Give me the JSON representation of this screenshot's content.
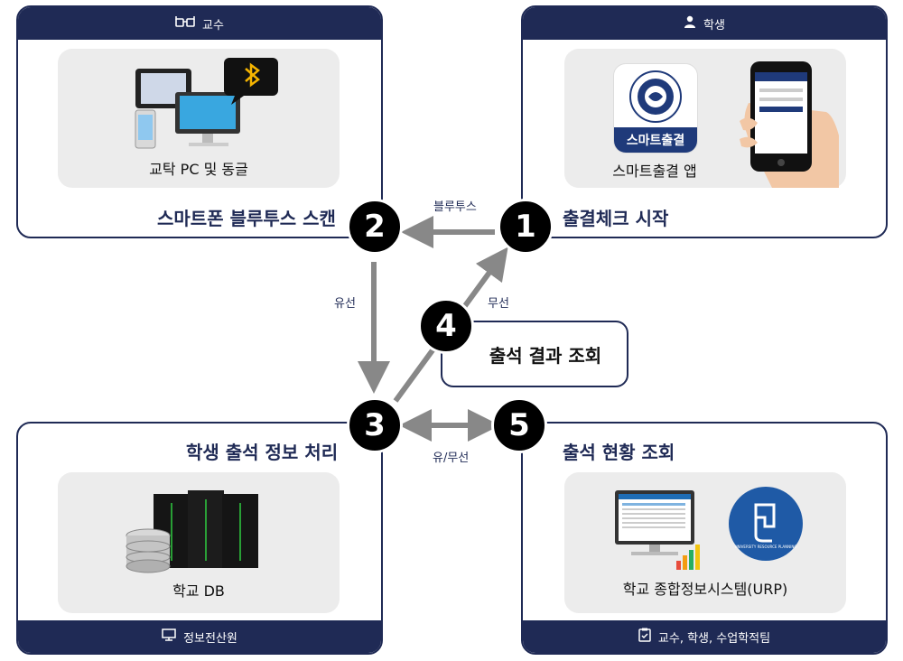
{
  "professor": {
    "header": "교수",
    "device_caption": "교탁 PC 및 동글",
    "step_title": "스마트폰 블루투스 스캔"
  },
  "student": {
    "header": "학생",
    "app_icon_label": "스마트출결",
    "app_caption": "스마트출결 앱",
    "step_title": "출결체크 시작"
  },
  "server": {
    "step_title": "학생 출석 정보 처리",
    "db_caption": "학교 DB",
    "footer": "정보전산원"
  },
  "urp": {
    "step_title": "출석 현황 조회",
    "system_caption": "학교 종합정보시스템(URP)",
    "footer": "교수, 학생, 수업학적팀",
    "logo_text": "UNIVERSITY RESOURCE PLANNING"
  },
  "steps": [
    "1",
    "2",
    "3",
    "4",
    "5"
  ],
  "result_box": "출석 결과 조회",
  "arrow_labels": {
    "bluetooth": "블루투스",
    "wired": "유선",
    "wireless": "무선",
    "both": "유/무선"
  },
  "colors": {
    "navy": "#1f2a55",
    "arrow": "#888888",
    "panel_bg": "#ececec"
  }
}
